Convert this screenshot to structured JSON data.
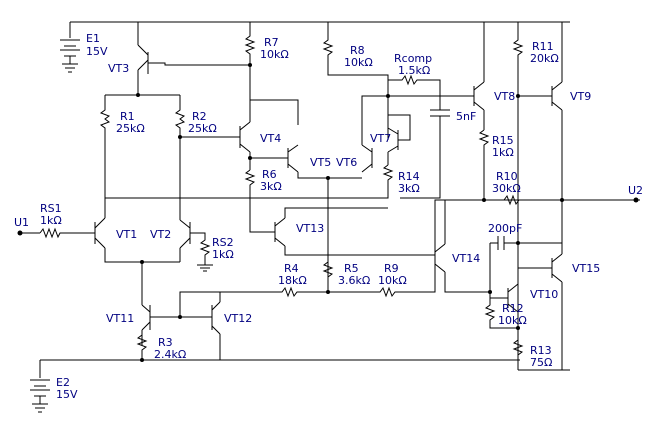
{
  "labels": {
    "E1": "E1",
    "E1v": "15V",
    "E2": "E2",
    "E2v": "15V",
    "U1": "U1",
    "U2": "U2",
    "VT1": "VT1",
    "VT2": "VT2",
    "VT3": "VT3",
    "VT4": "VT4",
    "VT5": "VT5",
    "VT6": "VT6",
    "VT7": "VT7",
    "VT8": "VT8",
    "VT9": "VT9",
    "VT10": "VT10",
    "VT11": "VT11",
    "VT12": "VT12",
    "VT13": "VT13",
    "VT14": "VT14",
    "VT15": "VT15",
    "R1": "R1",
    "R1v": "25kΩ",
    "R2": "R2",
    "R2v": "25kΩ",
    "R3": "R3",
    "R3v": "2.4kΩ",
    "R4": "R4",
    "R4v": "18kΩ",
    "R5": "R5",
    "R5v": "3.6kΩ",
    "R6": "R6",
    "R6v": "3kΩ",
    "R7": "R7",
    "R7v": "10kΩ",
    "R8": "R8",
    "R8v": "10kΩ",
    "R9": "R9",
    "R9v": "10kΩ",
    "R10": "R10",
    "R10v": "30kΩ",
    "R11": "R11",
    "R11v": "20kΩ",
    "R12": "R12",
    "R12v": "10kΩ",
    "R13": "R13",
    "R13v": "75Ω",
    "R14": "R14",
    "R14v": "3kΩ",
    "R15": "R15",
    "R15v": "1kΩ",
    "RS1": "RS1",
    "RS1v": "1kΩ",
    "RS2": "RS2",
    "RS2v": "1kΩ",
    "Rcomp": "Rcomp",
    "Rcompv": "1.5kΩ",
    "C1v": "5nF",
    "C2v": "200pF"
  }
}
